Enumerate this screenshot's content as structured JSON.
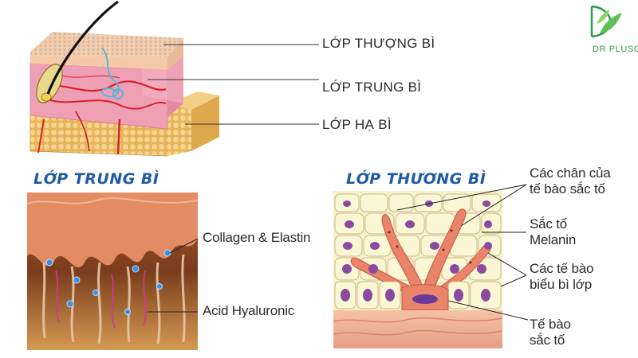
{
  "brand": {
    "name": "DR PLUSCELL",
    "logo_icon": "leaf-d-logo-icon",
    "color": "#2e9a48"
  },
  "top_diagram": {
    "labels": {
      "epidermis": "LỚP THƯỢNG BÌ",
      "dermis": "LỚP TRUNG BÌ",
      "hypodermis": "LỚP HẠ BÌ"
    }
  },
  "dermis_panel": {
    "title": "LỚP TRUNG BÌ",
    "labels": {
      "collagen": "Collagen & Elastin",
      "hyaluronic": "Acid Hyaluronic"
    }
  },
  "epidermis_panel": {
    "title": "LỚP THƯƠNG BÌ",
    "labels": {
      "dendrites": "Các chân của\ntế bào sắc tố",
      "melanin": "Sắc tố\nMelanin",
      "basal": "Các tế bào\nbiểu bì lớp",
      "melanocyte": "Tế bào\nsắc tố"
    }
  },
  "colors": {
    "title_blue": "#1e5aa8",
    "label_text": "#2b2b2b"
  }
}
